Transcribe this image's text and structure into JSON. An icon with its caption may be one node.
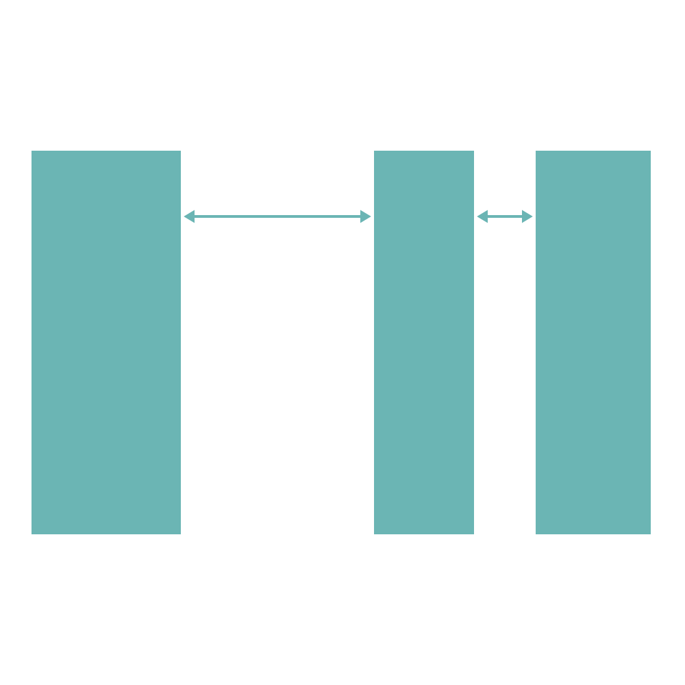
{
  "diagram": {
    "nodes": [
      {
        "text": [],
        "shape": "bar"
      },
      {
        "text": [],
        "shape": "bar"
      },
      {
        "text": [],
        "shape": "bar"
      }
    ],
    "edges": [
      {
        "from": 0,
        "to": 1,
        "arrow": "both"
      },
      {
        "from": 1,
        "to": 2,
        "arrow": "both"
      }
    ]
  }
}
